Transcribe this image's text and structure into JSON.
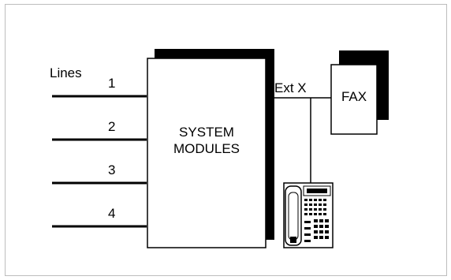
{
  "labels": {
    "lines": "Lines",
    "line_numbers": [
      "1",
      "2",
      "3",
      "4"
    ],
    "system_modules": [
      "SYSTEM",
      "MODULES"
    ],
    "extension": "Ext X",
    "fax": "FAX"
  },
  "colors": {
    "ink": "#000000",
    "shadow": "#000000",
    "frame": "#bdbdbd",
    "background": "#ffffff"
  },
  "icons": [
    "telephone-icon"
  ]
}
